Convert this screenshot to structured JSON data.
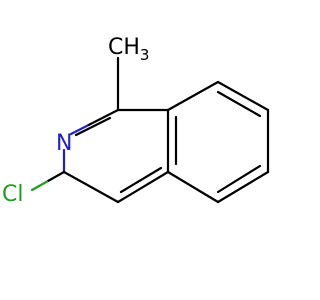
{
  "molecule": {
    "atoms": {
      "methyl": {
        "label": "CH",
        "subscript": "3",
        "color": "#000000"
      },
      "nitrogen": {
        "label": "N",
        "color": "#1f1fcf"
      },
      "chlorine": {
        "label": "Cl",
        "color": "#1e9e1e"
      }
    },
    "bond_color": "#000000"
  }
}
